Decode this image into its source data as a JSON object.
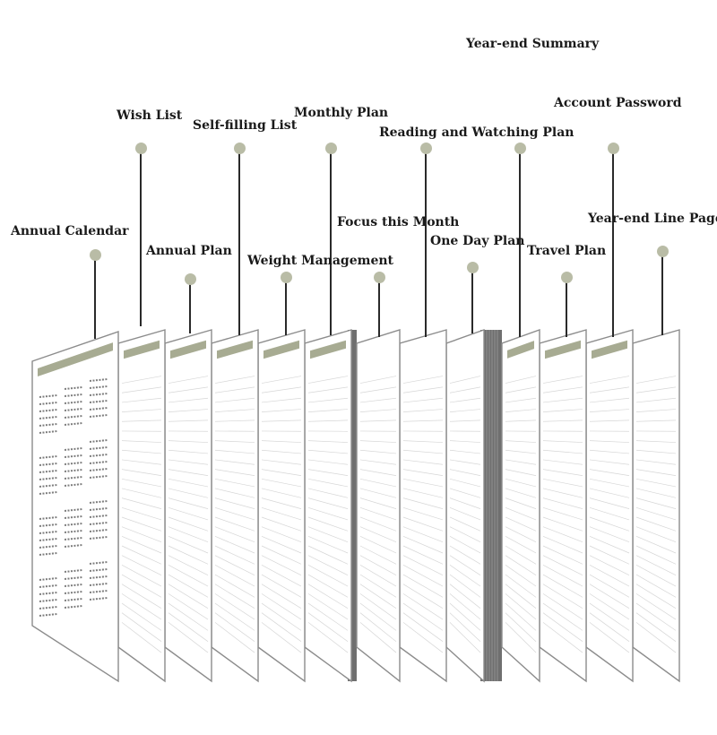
{
  "diagram": {
    "title": "",
    "pages": [
      {
        "label": "Annual Calendar"
      },
      {
        "label": "Wish List"
      },
      {
        "label": "Annual Plan"
      },
      {
        "label": "Self-filling List"
      },
      {
        "label": "Weight Management"
      },
      {
        "label": "Monthly Plan"
      },
      {
        "label": "Focus this Month"
      },
      {
        "label": "Reading and Watching Plan"
      },
      {
        "label": "One Day Plan"
      },
      {
        "label": "Year-end Summary"
      },
      {
        "label": "Travel Plan"
      },
      {
        "label": "Account Password"
      },
      {
        "label": "Year-end Line Page"
      }
    ],
    "colors": {
      "header_band": "#a7ab92",
      "pin": "#b9bca6",
      "page_border": "#8c8c8c",
      "page_edge": "#6f6f6f",
      "rule": "#d6d6d6"
    }
  }
}
